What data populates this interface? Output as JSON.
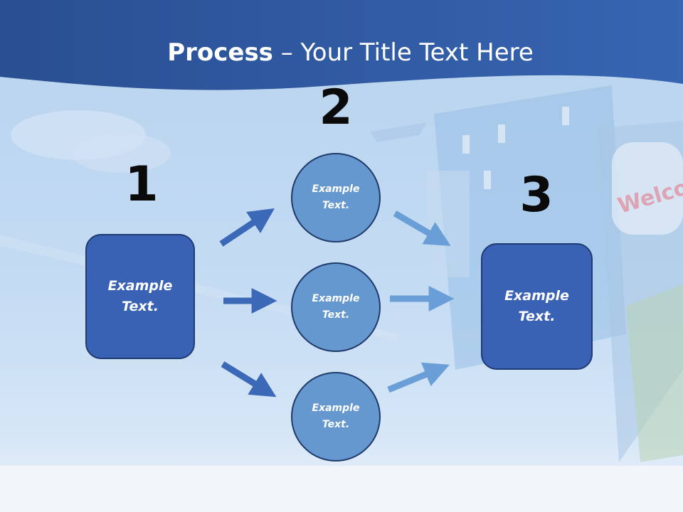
{
  "slide": {
    "title_bold": "Process",
    "title_rest": " – Your Title Text Here"
  },
  "steps": [
    {
      "number": "1",
      "label": "Example Text."
    },
    {
      "number": "2",
      "label": "Example Text."
    },
    {
      "number": "3",
      "label": "Example Text."
    }
  ],
  "circles": [
    {
      "label": "Example Text."
    },
    {
      "label": "Example Text."
    },
    {
      "label": "Example Text."
    }
  ],
  "colors": {
    "header": "#2d59a0",
    "box_fill": "#3a62b4",
    "circle_fill": "#6498cf",
    "arrow_dark": "#3c68b8",
    "arrow_light": "#6a9ed6"
  }
}
